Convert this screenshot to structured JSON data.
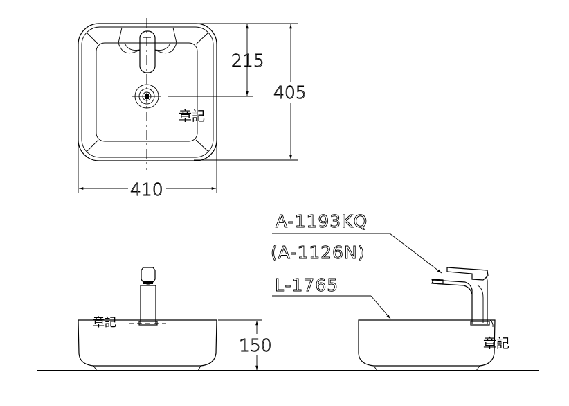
{
  "top_view": {
    "width_dim": "410",
    "depth_dim": "405",
    "drain_offset_dim": "215",
    "mark": "章記"
  },
  "front_view": {
    "height_dim": "150",
    "mark": "章記"
  },
  "side_view": {
    "faucet_model": "A-1193KQ",
    "faucet_alt_model": "(A-1126N)",
    "basin_model": "L-1765",
    "mark": "章記"
  }
}
